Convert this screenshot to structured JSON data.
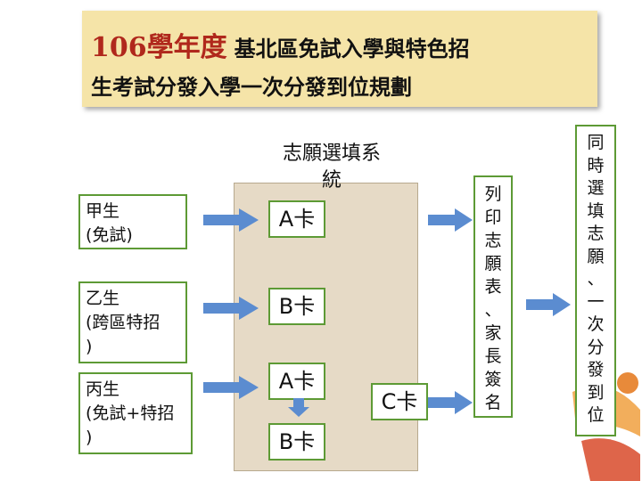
{
  "title": {
    "year": "106學年度",
    "line1_rest": "基北區免試入學與特色招",
    "line2": "生考試分發入學一次分發到位規劃"
  },
  "system": {
    "label_line1": "志願選填系",
    "label_line2": "統"
  },
  "students": [
    {
      "line1": "甲生",
      "line2": "(免試)",
      "line3": ""
    },
    {
      "line1": "乙生",
      "line2": "(跨區特招",
      "line3": ")"
    },
    {
      "line1": "丙生",
      "line2": "(免試+特招",
      "line3": ")"
    }
  ],
  "cards": {
    "a1": "A卡",
    "b1": "B卡",
    "a2": "A卡",
    "b2": "B卡",
    "c": "C卡"
  },
  "print_box": [
    "列",
    "印",
    "志",
    "願",
    "表",
    "、",
    "家",
    "長",
    "簽",
    "名"
  ],
  "simul_box": [
    "同",
    "時",
    "選",
    "填",
    "志",
    "願",
    "、",
    "一",
    "次",
    "分",
    "發",
    "到",
    "位"
  ],
  "colors": {
    "arrow": "#5b8cd0",
    "border": "#5d9a35",
    "panel": "#e6dac6",
    "banner": "#f5e4a8",
    "year": "#b0281c"
  }
}
